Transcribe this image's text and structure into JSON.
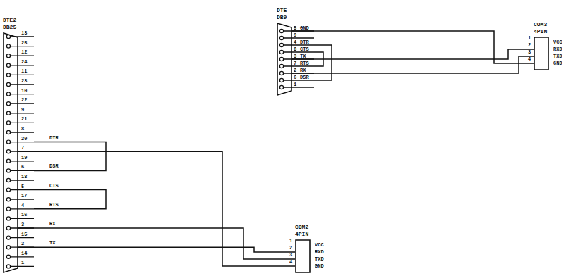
{
  "diagram": {
    "nodes": [
      {
        "text": [
          "DTE2 DB25"
        ]
      },
      {
        "text": [
          "DTE DB9"
        ]
      },
      {
        "text": [
          "COM3 4PIN"
        ]
      },
      {
        "text": [
          "COM2 4PIN"
        ]
      }
    ],
    "edges": [
      {
        "from": 0,
        "to": 3,
        "arrow": "none"
      },
      {
        "from": 0,
        "to": 3,
        "arrow": "none"
      },
      {
        "from": 0,
        "to": 3,
        "arrow": "none"
      },
      {
        "from": 1,
        "to": 2,
        "arrow": "none"
      },
      {
        "from": 1,
        "to": 2,
        "arrow": "none"
      },
      {
        "from": 1,
        "to": 2,
        "arrow": "none"
      }
    ],
    "labels": [
      "13",
      "25",
      "12",
      "24",
      "11",
      "23",
      "10",
      "22",
      "9",
      "21",
      "8",
      "20",
      "7",
      "19",
      "6",
      "18",
      "5",
      "17",
      "4",
      "16",
      "3",
      "15",
      "2",
      "14",
      "1",
      "DTR",
      "DSR",
      "CTS",
      "RTS",
      "RX",
      "TX",
      "1",
      "2",
      "3",
      "4",
      "VCC",
      "RXD",
      "TXD",
      "GND",
      "5",
      "9",
      "4",
      "8",
      "3",
      "7",
      "2",
      "6",
      "1",
      "GND",
      "DTR",
      "CTS",
      "TX",
      "RTS",
      "RX",
      "DSR",
      "1",
      "2",
      "3",
      "4",
      "VCC",
      "RXD",
      "TXD",
      "GND"
    ]
  }
}
